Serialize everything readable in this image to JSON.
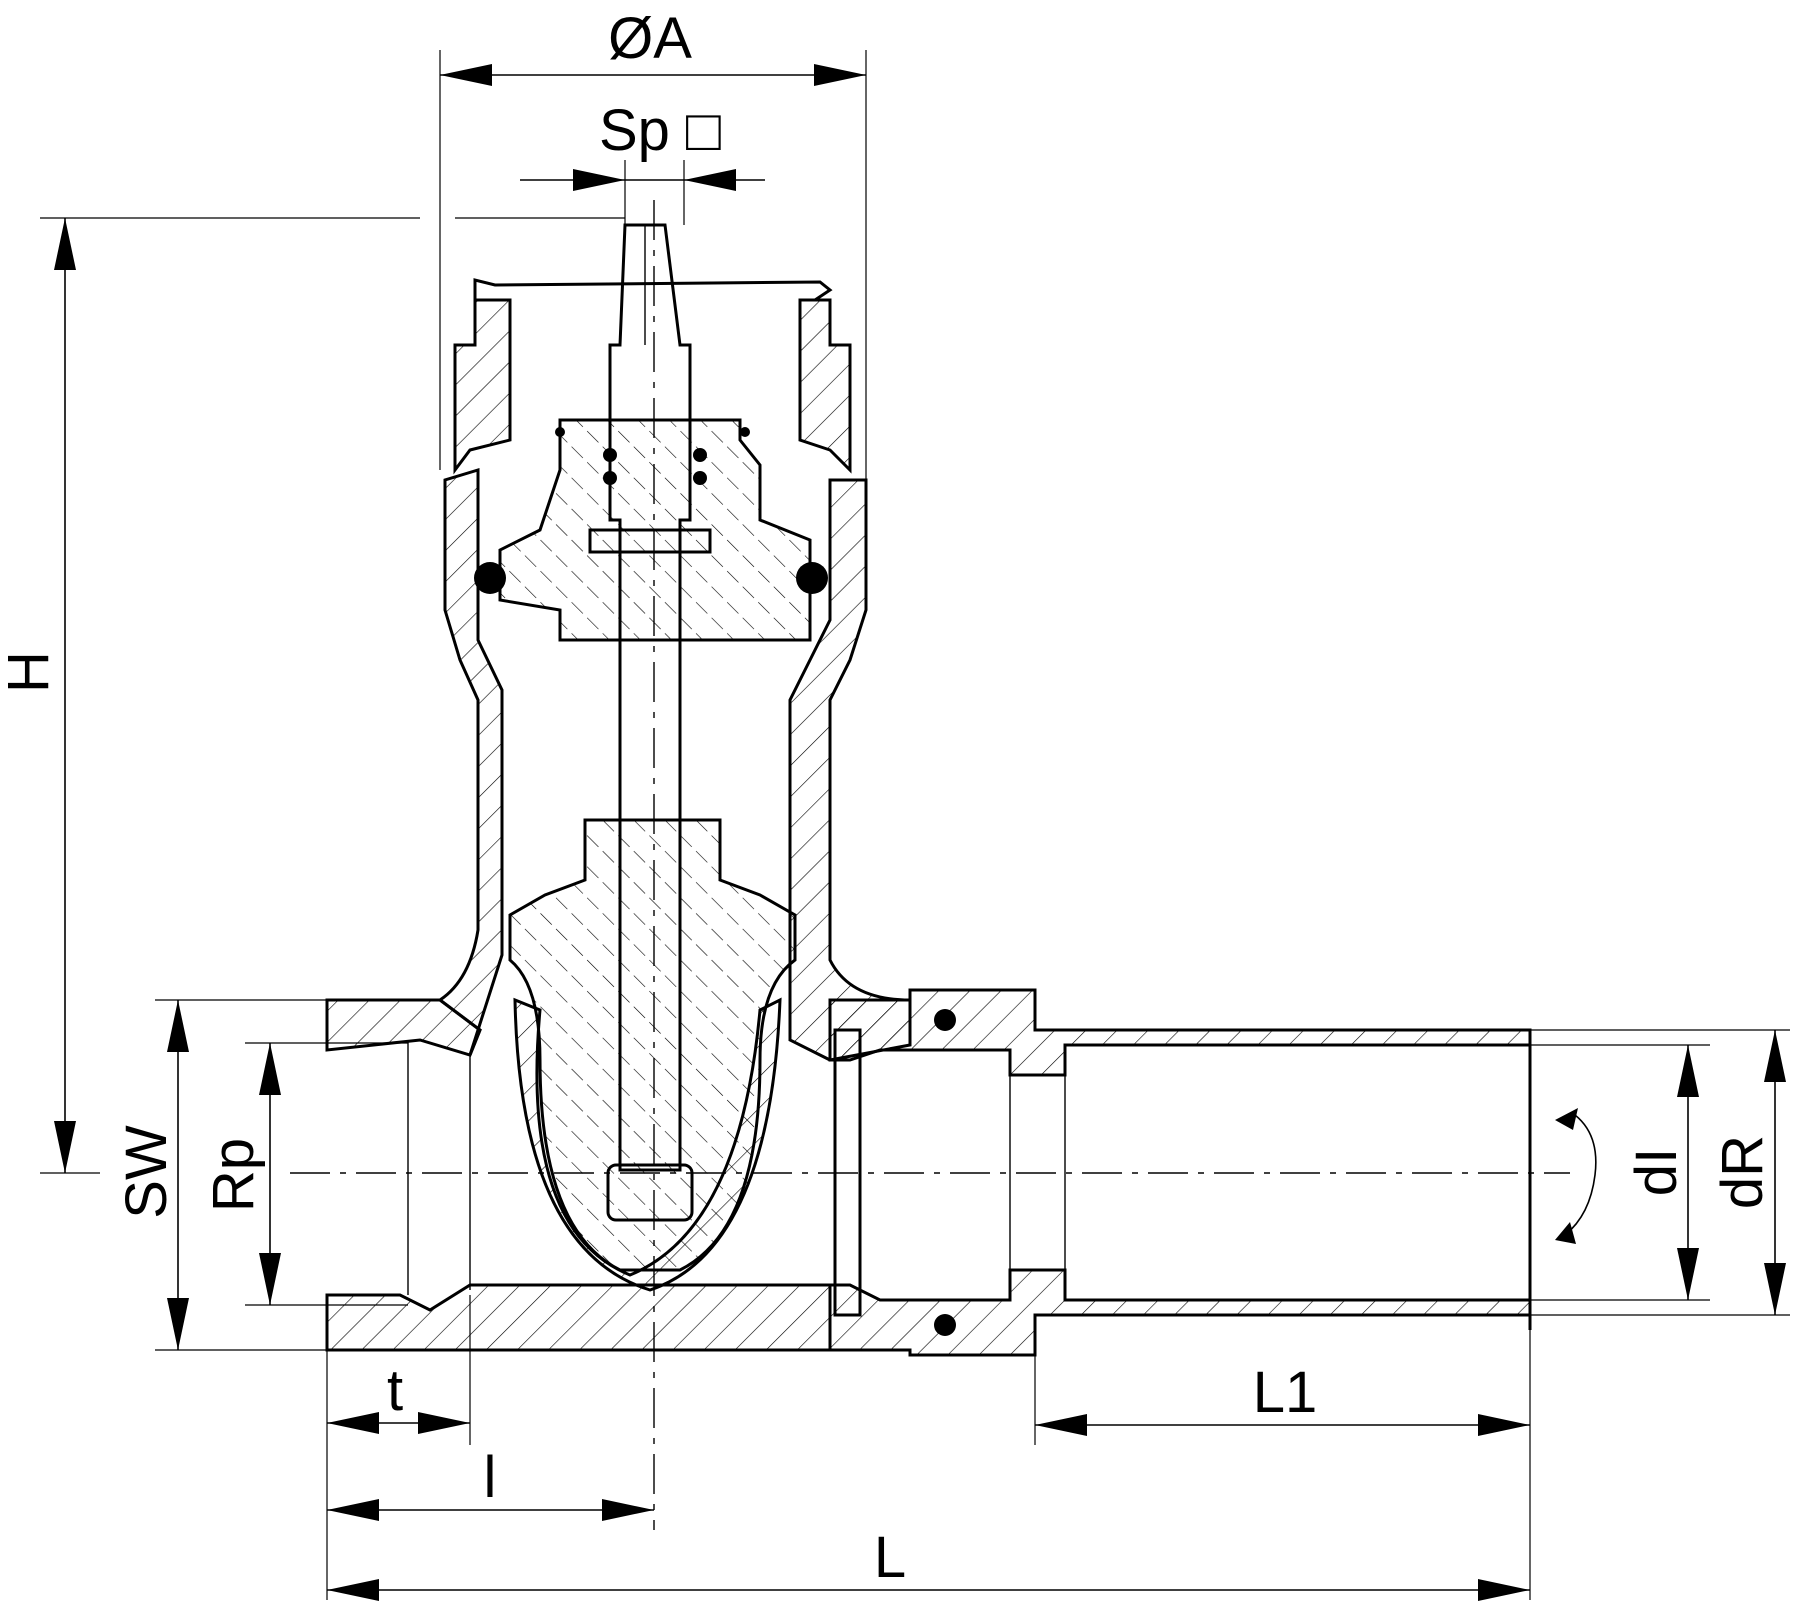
{
  "labels": {
    "diameter_a": "ØA",
    "spindle_square": "Sp □",
    "height": "H",
    "width_across_flats": "SW",
    "thread": "Rp",
    "thread_depth": "t",
    "length_to_axis": "l",
    "length_total": "L",
    "length_press": "L1",
    "inner_diameter": "dI",
    "pipe_diameter": "dR"
  }
}
